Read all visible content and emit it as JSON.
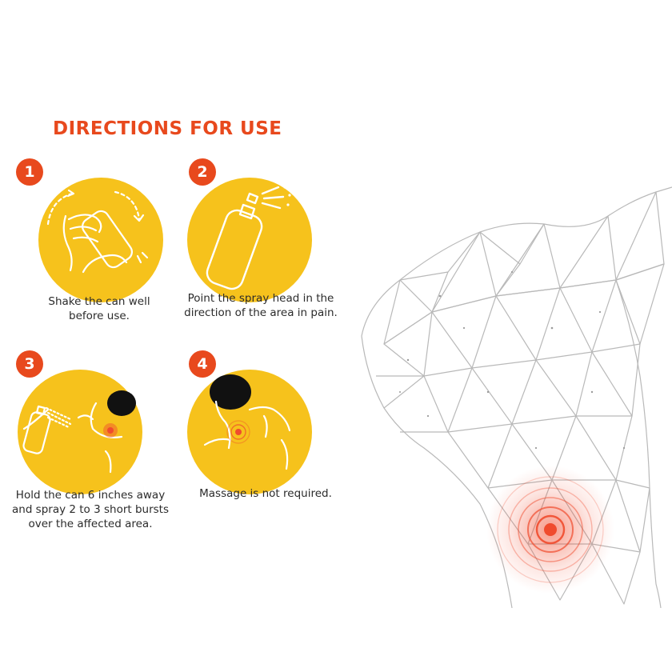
{
  "title": "DIRECTIONS FOR USE",
  "colors": {
    "accent": "#e8491d",
    "circle": "#f6c21c",
    "pain": "#f04b2e"
  },
  "steps": [
    {
      "number": "1",
      "icon": "hands-shaking-can-icon",
      "caption_lines": [
        "Shake the can well",
        "before use."
      ]
    },
    {
      "number": "2",
      "icon": "spray-can-icon",
      "caption_lines": [
        "Point the spray head in the",
        "direction of the area in pain."
      ]
    },
    {
      "number": "3",
      "icon": "spraying-neck-icon",
      "caption_lines": [
        "Hold the can 6 inches away",
        "and spray 2 to 3 short bursts",
        "over the affected area."
      ]
    },
    {
      "number": "4",
      "icon": "neck-pain-relief-icon",
      "caption_lines": [
        "Massage is not required."
      ]
    }
  ],
  "illustration": {
    "icon": "wireframe-torso-pain-illustration"
  }
}
